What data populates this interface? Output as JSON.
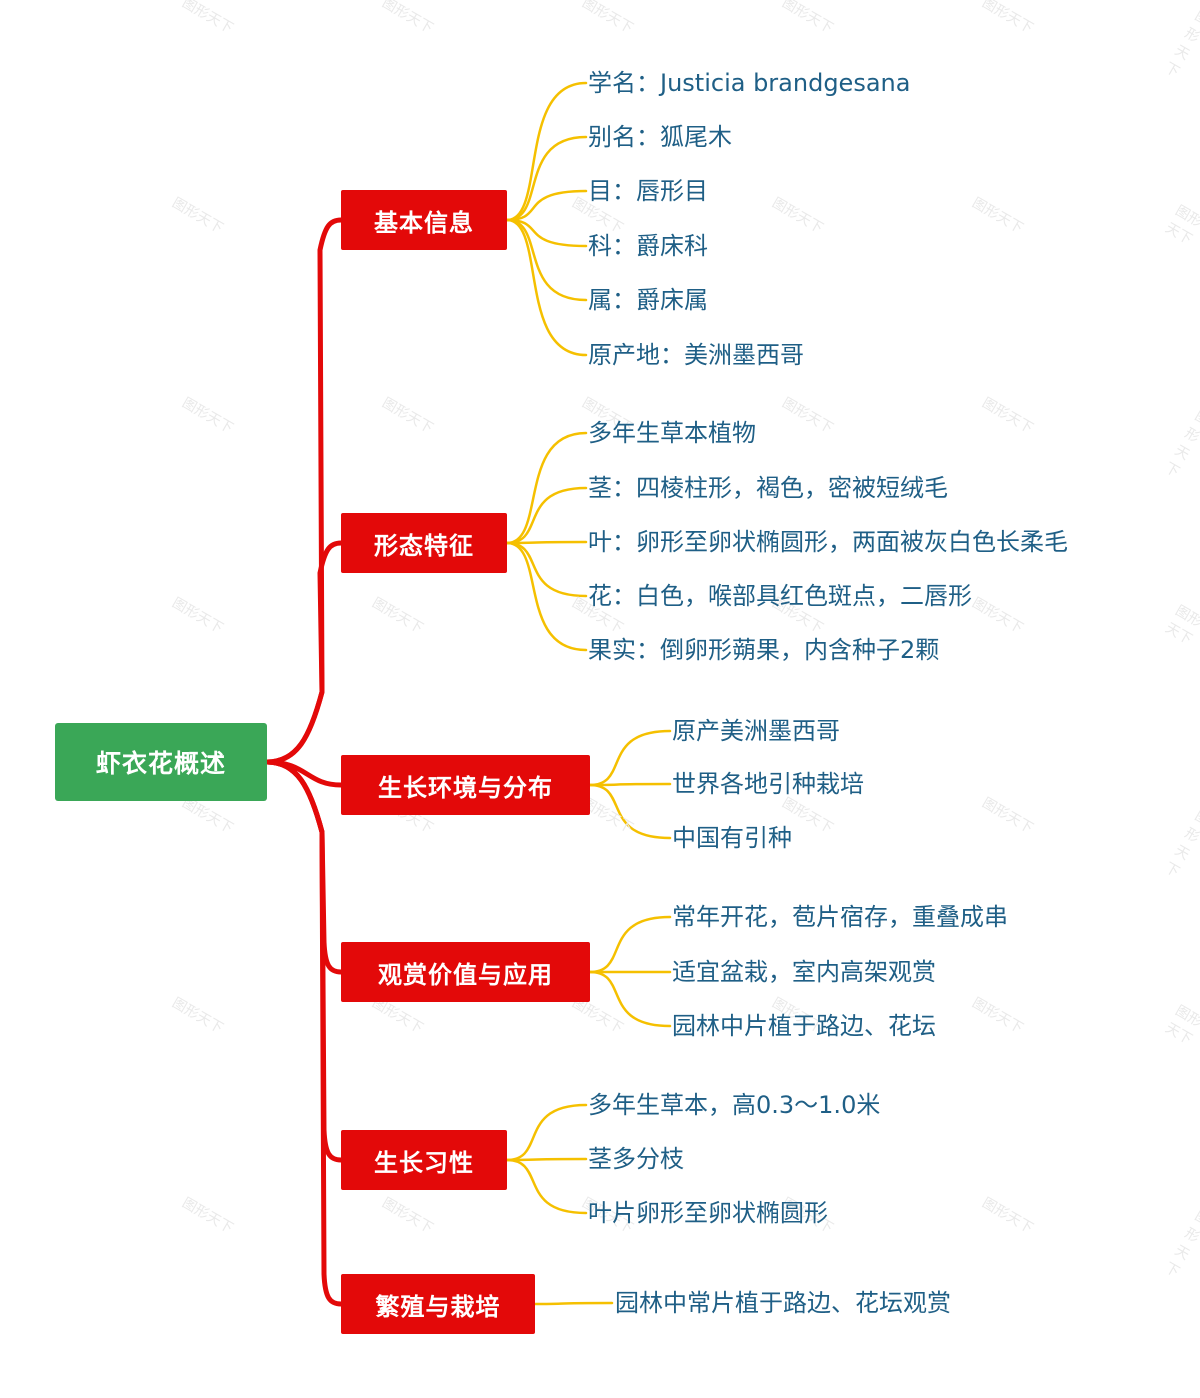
{
  "root": {
    "label": "虾衣花概述"
  },
  "categories": [
    {
      "label": "基本信息",
      "items": [
        "学名：Justicia brandgesana",
        "别名：狐尾木",
        "目：唇形目",
        "科：爵床科",
        "属：爵床属",
        "原产地：美洲墨西哥"
      ]
    },
    {
      "label": "形态特征",
      "items": [
        "多年生草本植物",
        "茎：四棱柱形，褐色，密被短绒毛",
        "叶：卵形至卵状椭圆形，两面被灰白色长柔毛",
        "花：白色，喉部具红色斑点，二唇形",
        "果实：倒卵形蒴果，内含种子2颗"
      ]
    },
    {
      "label": "生长环境与分布",
      "items": [
        "原产美洲墨西哥",
        "世界各地引种栽培",
        "中国有引种"
      ]
    },
    {
      "label": "观赏价值与应用",
      "items": [
        "常年开花，苞片宿存，重叠成串",
        "适宜盆栽，室内高架观赏",
        "园林中片植于路边、花坛"
      ]
    },
    {
      "label": "生长习性",
      "items": [
        "多年生草本，高0.3～1.0米",
        "茎多分枝",
        "叶片卵形至卵状椭圆形"
      ]
    },
    {
      "label": "繁殖与栽培",
      "items": [
        "园林中常片植于路边、花坛观赏"
      ]
    }
  ],
  "watermark": "图形天下",
  "colors": {
    "root": "#3aa757",
    "category": "#e30909",
    "main_branch": "#e30909",
    "leaf_branch": "#f5c000",
    "leaf_text": "#1f5f86"
  }
}
